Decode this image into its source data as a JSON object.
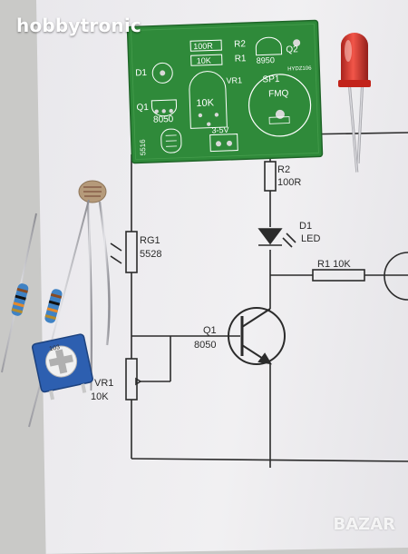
{
  "brand": {
    "name": "hobbytronic"
  },
  "watermark": {
    "text": "BAZAR"
  },
  "pcb": {
    "color": "#2f8a3a",
    "labels": {
      "r2": "R2",
      "r1": "R1",
      "q2": "Q2",
      "q2_part": "8950",
      "r2_value": "100R",
      "r1_value": "10K",
      "d1": "D1",
      "vr1": "VR1",
      "vr1_value": "10K",
      "q1": "Q1",
      "q1_part": "8050",
      "sp1": "SP1",
      "fmq": "FMQ",
      "power": "3-5V",
      "ldr": "5516",
      "code": "HYDZ106"
    }
  },
  "schematic": {
    "r2_label": "R2",
    "r2_value": "100R",
    "d1_label": "D1",
    "d1_value": "LED",
    "r1_label": "R1 10K",
    "rg1_label": "RG1",
    "rg1_value": "5528",
    "q1_label": "Q1",
    "q1_value": "8050",
    "vr1_label": "VR1",
    "vr1_value": "10K"
  },
  "colors": {
    "pcb_green": "#2f8a3a",
    "led_red": "#e02a1e",
    "pot_blue": "#2d5fb0",
    "resistor_blue": "#3f82c4",
    "ink": "#2b2b2b"
  }
}
